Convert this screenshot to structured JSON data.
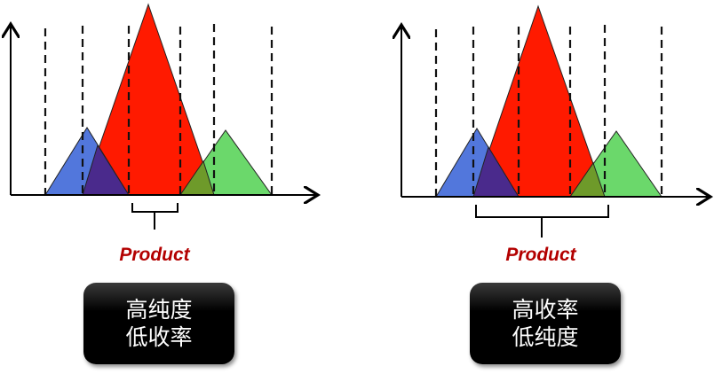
{
  "colors": {
    "blue": "#4a72dc",
    "red": "#ff1a00",
    "green": "#6bd86b",
    "overlap_blue_red": "#4a2a8c",
    "overlap_red_green": "#6e9a2a",
    "product_label": "#b30000",
    "box_bg": "#000000",
    "box_text": "#ffffff"
  },
  "panels": [
    {
      "id": "left",
      "product_label": "Product",
      "box_lines": [
        "高纯度",
        "低收率"
      ],
      "bracket_span": "narrow (inner red region between blue and green)"
    },
    {
      "id": "right",
      "product_label": "Product",
      "box_lines": [
        "高收率",
        "低纯度"
      ],
      "bracket_span": "wide (includes overlaps with blue and green)"
    }
  ],
  "chart_data": [
    {
      "type": "area",
      "title": "",
      "xlabel": "",
      "ylabel": "",
      "series": [
        {
          "name": "impurity-left (blue)",
          "base": [
            51,
            145
          ],
          "peak": [
            98,
            76
          ]
        },
        {
          "name": "product (red)",
          "base": [
            93,
            241
          ],
          "peak": [
            167,
            215
          ]
        },
        {
          "name": "impurity-right (green)",
          "base": [
            203,
            306
          ],
          "peak": [
            254,
            73
          ]
        }
      ],
      "cut_lines_x": [
        51,
        93,
        145,
        203,
        241,
        306
      ],
      "collected_fraction_x": [
        148,
        200
      ],
      "annotation": "Product",
      "result": [
        "高纯度",
        "低收率"
      ]
    },
    {
      "type": "area",
      "title": "",
      "xlabel": "",
      "ylabel": "",
      "series": [
        {
          "name": "impurity-left (blue)",
          "base": [
            491,
            584
          ],
          "peak": [
            537,
            75
          ]
        },
        {
          "name": "product (red)",
          "base": [
            533,
            681
          ],
          "peak": [
            606,
            213
          ]
        },
        {
          "name": "impurity-right (green)",
          "base": [
            642,
            745
          ],
          "peak": [
            694,
            72
          ]
        }
      ],
      "cut_lines_x": [
        491,
        533,
        584,
        642,
        681,
        745
      ],
      "collected_fraction_x": [
        534,
        685
      ],
      "annotation": "Product",
      "result": [
        "高收率",
        "低纯度"
      ]
    }
  ]
}
